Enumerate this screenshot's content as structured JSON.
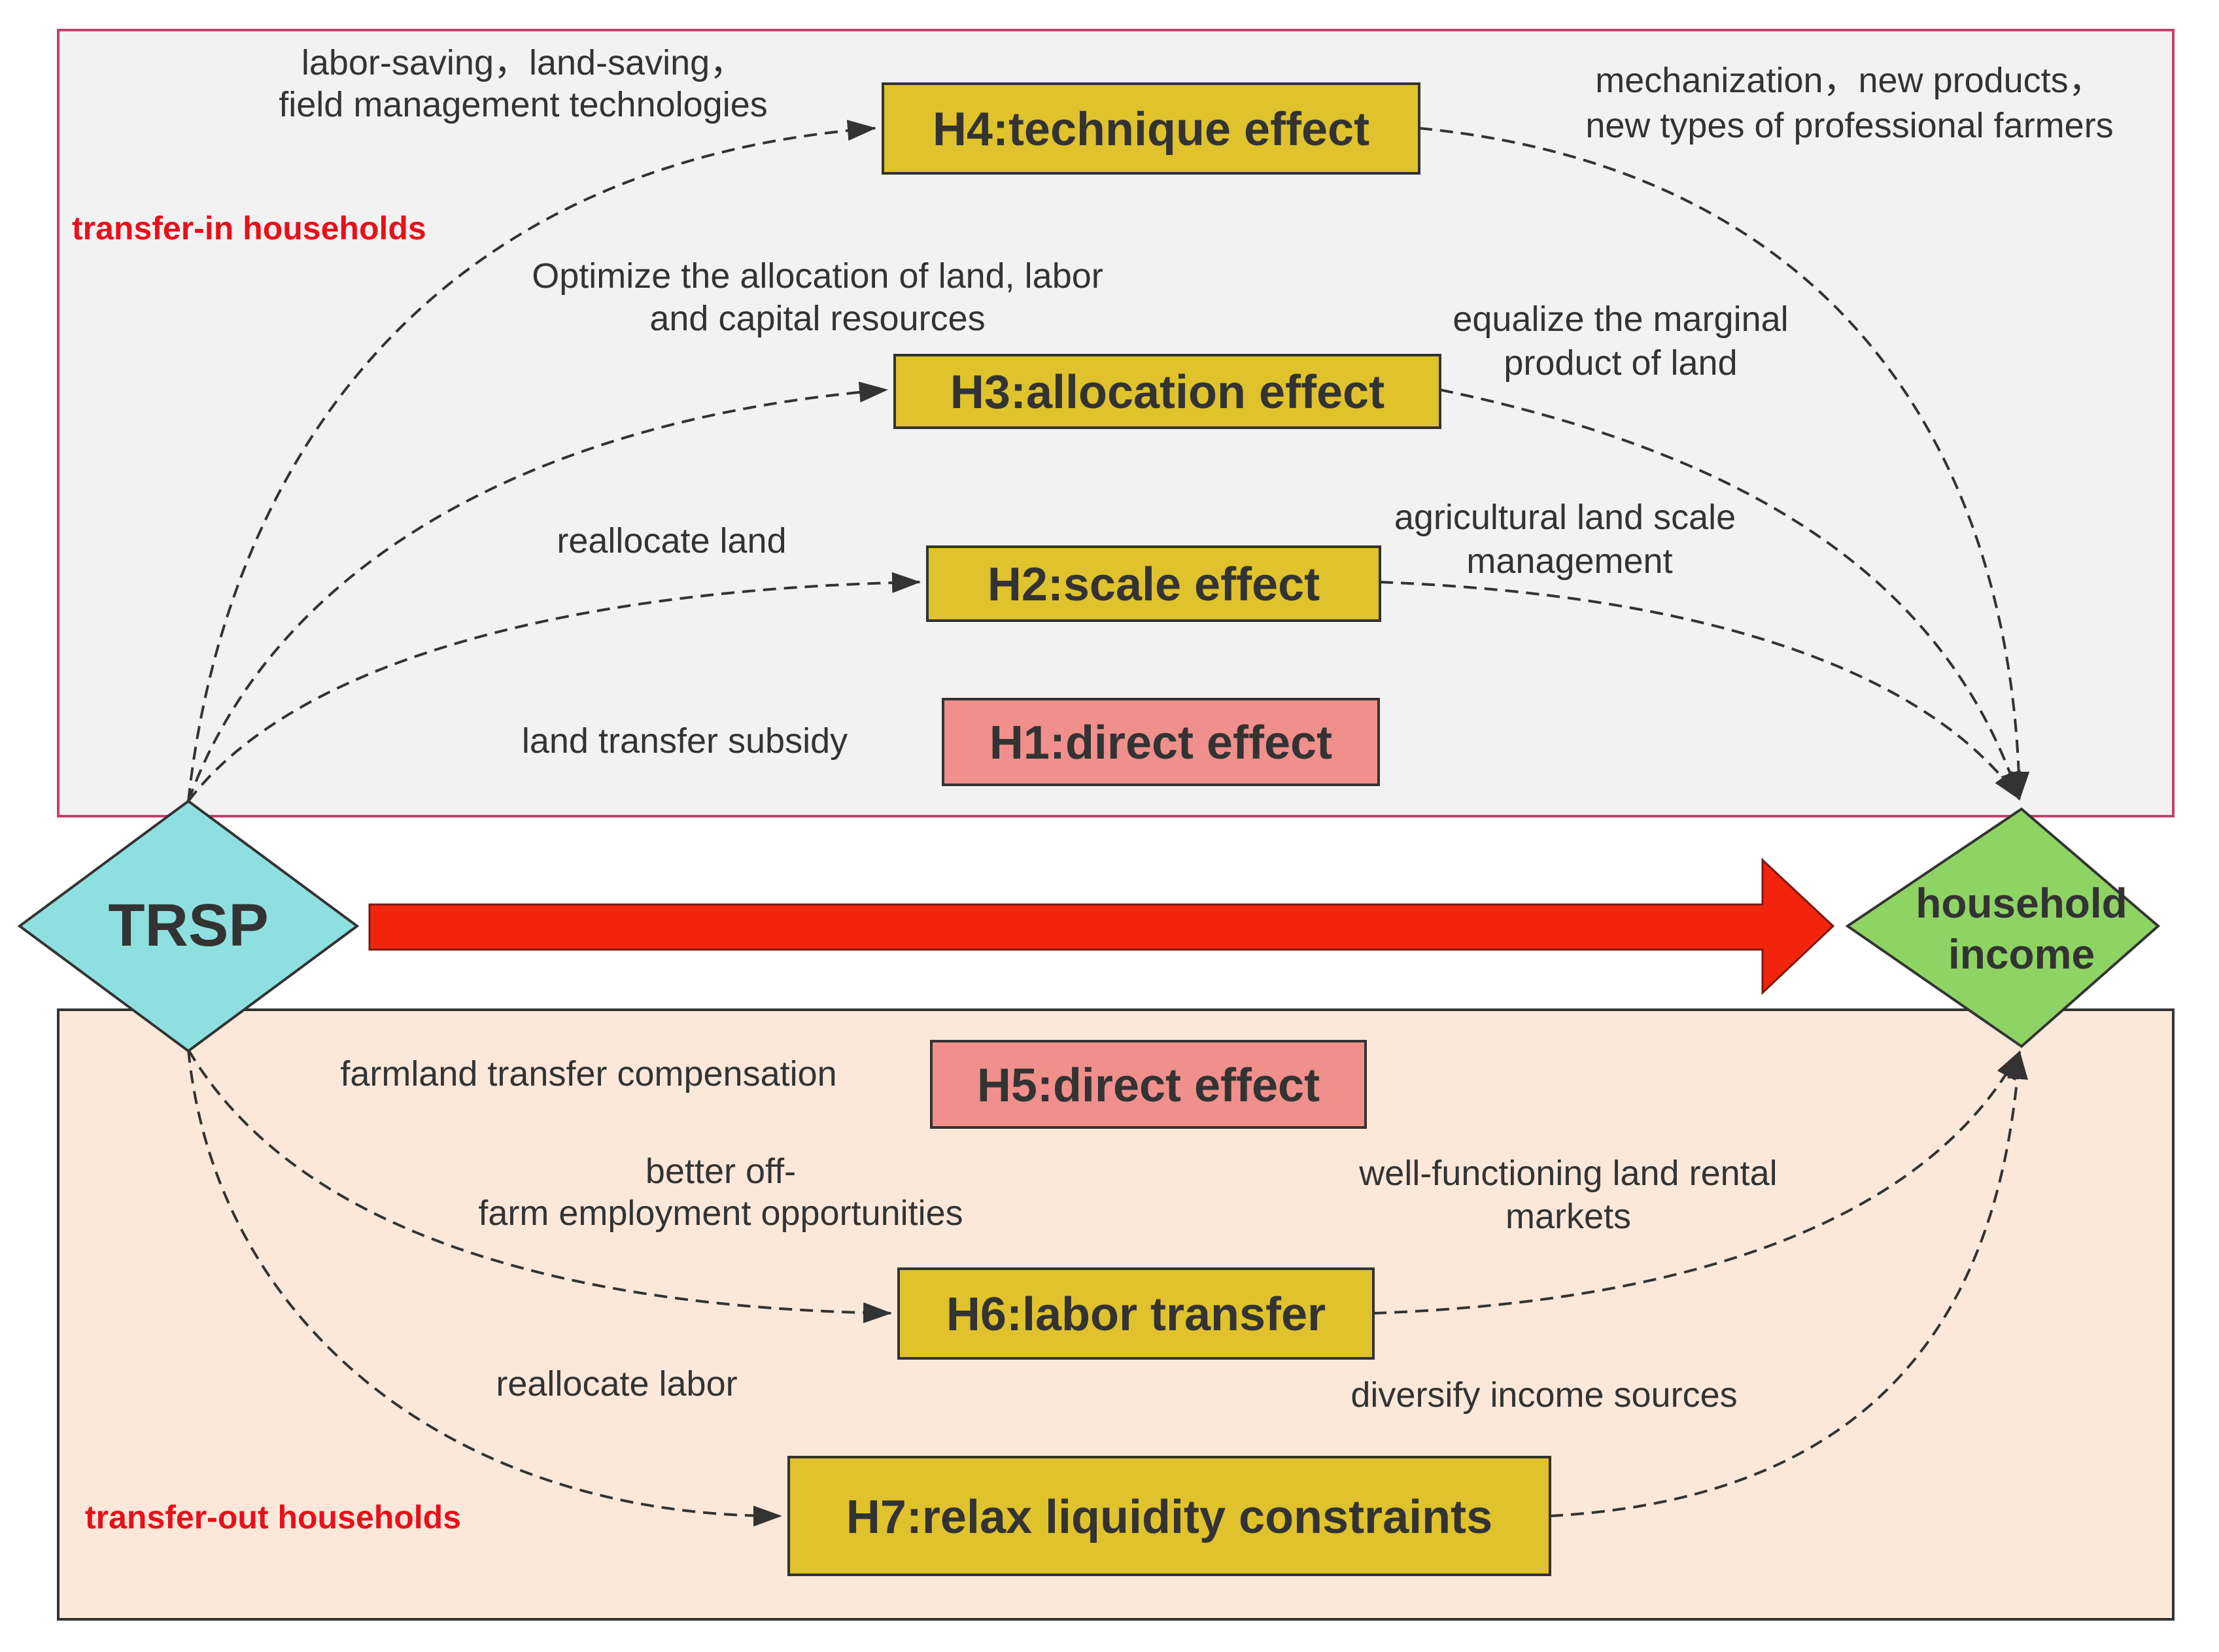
{
  "groups": {
    "transfer_in": "transfer-in households",
    "transfer_out": "transfer-out households"
  },
  "nodes": {
    "trsp": "TRSP",
    "income_line1": "household",
    "income_line2": "income"
  },
  "hypotheses": {
    "h1": "H1:direct effect",
    "h2": "H2:scale effect",
    "h3": "H3:allocation effect",
    "h4": "H4:technique effect",
    "h5": "H5:direct effect",
    "h6": "H6:labor transfer",
    "h7": "H7:relax liquidity constraints"
  },
  "labels": {
    "h4_in_line1": "labor-saving，land-saving，",
    "h4_in_line2": "field management technologies",
    "h4_out_line1": "mechanization，new products，",
    "h4_out_line2": "new types of professional farmers",
    "h3_in_line1": "Optimize the allocation of land, labor",
    "h3_in_line2": "and capital resources",
    "h3_out_line1": "equalize the marginal",
    "h3_out_line2": "product of land",
    "h2_in": "reallocate land",
    "h2_out_line1": "agricultural land scale",
    "h2_out_line2": "management",
    "h1_in": "land transfer subsidy",
    "h5_in": "farmland transfer compensation",
    "h6_in_line1": "better off-",
    "h6_in_line2": "farm employment opportunities",
    "h6_out_line1": "well-functioning land rental",
    "h6_out_line2": "markets",
    "h7_in": "reallocate labor",
    "h7_out": "diversify income sources"
  },
  "colors": {
    "transfer_in_fill": "#f2f2f2",
    "transfer_in_border": "#c2416e",
    "transfer_out_fill": "#fbe8da",
    "transfer_out_border": "#333333",
    "mechanism_box": "#dfc22c",
    "direct_box": "#f08f8b",
    "trsp_node": "#8ee0e0",
    "income_node": "#8ed464",
    "main_arrow": "#f2240c",
    "group_label": "#e8101a"
  }
}
